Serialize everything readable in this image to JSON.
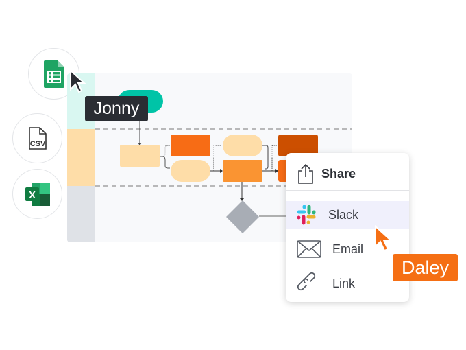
{
  "file_icons": [
    {
      "name": "google-sheets-icon",
      "color": "#1fa463"
    },
    {
      "name": "csv-file-icon",
      "label": "CSV"
    },
    {
      "name": "excel-icon",
      "color": "#1d6f42"
    }
  ],
  "collaborators": {
    "jonny": "Jonny",
    "daley": "Daley"
  },
  "colors": {
    "accent_orange": "#f56f14",
    "teal": "#00c4a7",
    "dark_tag": "#2a2d33"
  },
  "share_menu": {
    "title": "Share",
    "items": [
      {
        "label": "Slack",
        "icon": "slack-icon",
        "highlighted": true
      },
      {
        "label": "Email",
        "icon": "envelope-icon"
      },
      {
        "label": "Link",
        "icon": "link-icon"
      }
    ]
  }
}
